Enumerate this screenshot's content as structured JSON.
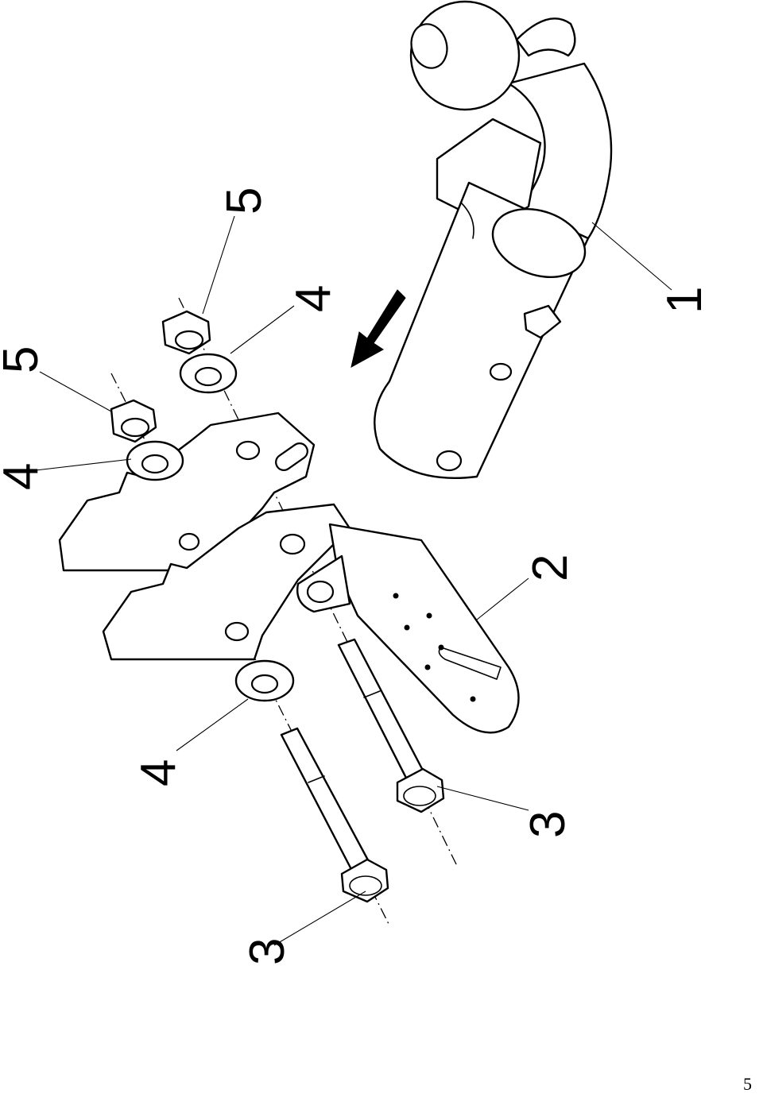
{
  "callouts": {
    "tow_ball_part": "1",
    "mounting_bracket_part": "2",
    "bolt_left": "3",
    "bolt_right": "3",
    "washer_lower": "4",
    "washer_upper_left": "4",
    "washer_upper_right": "4",
    "nut_left": "5",
    "nut_right": "5"
  },
  "page_number": "5"
}
